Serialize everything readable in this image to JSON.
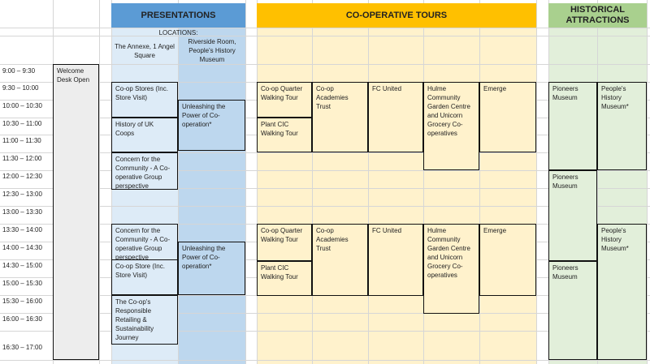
{
  "headers": {
    "presentations": "PRESENTATIONS",
    "tours": "CO-OPERATIVE TOURS",
    "historical": "HISTORICAL ATTRACTIONS"
  },
  "locations": {
    "label": "LOCATIONS:",
    "annexe": "The Annexe, 1 Angel Square",
    "riverside": "Riverside Room, People's History Museum"
  },
  "times": [
    "9:00 – 9:30",
    "9:30 – 10:00",
    "10:00 – 10:30",
    "10:30 – 11:00",
    "11:00 – 11:30",
    "11:30 – 12:00",
    "12:00 – 12:30",
    "12:30 – 13:00",
    "13:00 – 13:30",
    "13:30 – 14:00",
    "14:00 – 14:30",
    "14:30 – 15:00",
    "15:00 – 15:30",
    "15:30 – 16:00",
    "16:00 – 16:30",
    "16:30 – 17:00"
  ],
  "welcome": "Welcome Desk Open",
  "presentations": {
    "coop_stores_am": "Co-op Stores (Inc. Store Visit)",
    "unleashing_am": "Unleashing the Power of Co-operation*",
    "history_uk": "History of UK Coops",
    "concern_am": "Concern for the Community - A Co-operative Group perspective",
    "concern_pm": "Concern for the Community - A Co-operative Group perspective",
    "unleashing_pm": "Unleashing the Power of Co-operation*",
    "coop_store_pm": "Co-op Store (Inc. Store Visit)",
    "responsible": "The Co-op's Responsible Retailing & Sustainability Journey"
  },
  "tours": {
    "quarter_am": "Co-op Quarter Walking Tour",
    "plant_am": "Plant CIC Walking Tour",
    "academies_am": "Co-op Academies Trust",
    "fc_am": "FC United",
    "hulme_am": "Hulme Community Garden Centre and Unicorn Grocery Co-operatives",
    "emerge_am": "Emerge",
    "quarter_pm": "Co-op Quarter Walking Tour",
    "plant_pm": "Plant CIC Walking Tour",
    "academies_pm": "Co-op Academies Trust",
    "fc_pm": "FC United",
    "hulme_pm": "Hulme Community Garden Centre and Unicorn Grocery Co-operatives",
    "emerge_pm": "Emerge"
  },
  "historical": {
    "pioneers_1": "Pioneers Museum",
    "phm_1": "People's History Museum*",
    "pioneers_2": "Pioneers Museum",
    "phm_2": "People's History Museum*",
    "pioneers_3": "Pioneers Museum"
  },
  "colors": {
    "pres_header": "#5b9bd5",
    "pres_light": "#ddebf7",
    "pres_mid": "#bdd7ee",
    "tour_header": "#ffc000",
    "tour_light": "#fff2cc",
    "hist_header": "#a9d08e",
    "hist_light": "#e2efda",
    "welcome": "#ededed"
  }
}
